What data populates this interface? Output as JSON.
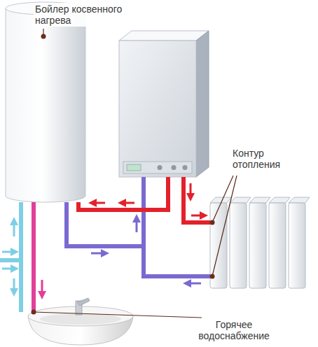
{
  "diagram": {
    "labels": [
      "Бойлер косвенного нагрева",
      "Контур отопления",
      "Горячее водоснабжение"
    ]
  }
}
